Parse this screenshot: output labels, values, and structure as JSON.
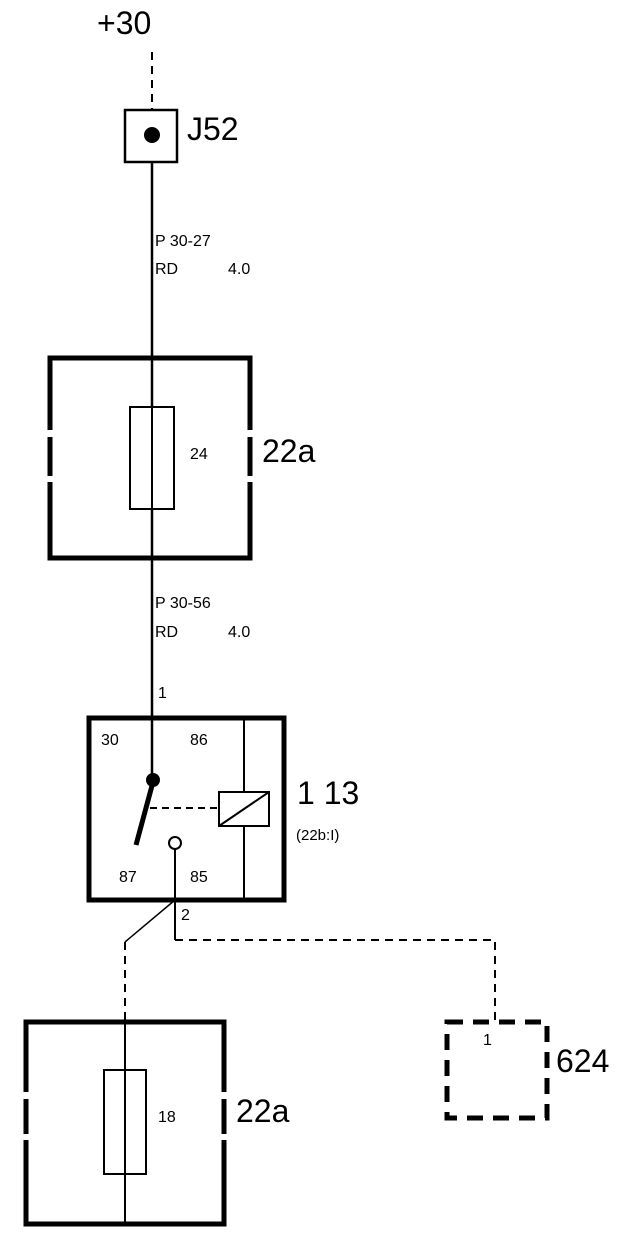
{
  "supply": {
    "label": "+30"
  },
  "junction": {
    "label": "J52"
  },
  "wire_top": {
    "code": "P 30-27",
    "color": "RD",
    "size": "4.0"
  },
  "fuse_box_top": {
    "label": "22a",
    "fuse_number": "24"
  },
  "wire_mid": {
    "code": "P 30-56",
    "color": "RD",
    "size": "4.0"
  },
  "relay": {
    "label": "1 13",
    "ref": "(22b:I)",
    "pin_in": "1",
    "pin_out": "2",
    "terminals": {
      "t30": "30",
      "t86": "86",
      "t87": "87",
      "t85": "85"
    }
  },
  "fuse_box_bottom": {
    "label": "22a",
    "fuse_number": "18"
  },
  "connector": {
    "label": "624",
    "pin": "1"
  }
}
